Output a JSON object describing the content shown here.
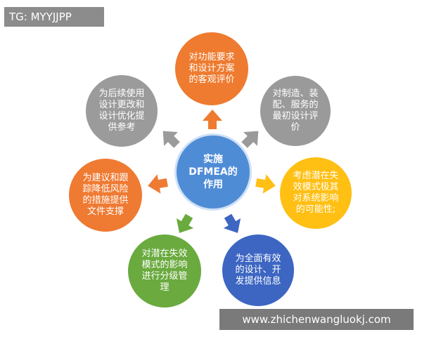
{
  "tag": "TG: MYYJJPP",
  "watermark": "www.zhichenwangluokj.com",
  "center": "实施\nDFMEA的\n作用",
  "nodes": {
    "top": "对功能要求\n和设计方案\n的客观评价",
    "top_right": "对制造、装\n配、服务的\n最初设计评\n价",
    "right": "考虑潜在失\n效模式极其\n对系统影响\n的可能性;",
    "bottom_right": "为全面有效\n的设计、开\n发提供信息",
    "bottom_left": "对潜在失效\n模式的影响\n进行分级管\n理",
    "left": "为建议和跟\n踪降低风险\n的措施提供\n文件支撑",
    "top_left": "为后续使用\n设计更改和\n设计优化提\n供参考"
  },
  "colors": {
    "orange": "#ee7b2f",
    "gray": "#9a9a9a",
    "yellow": "#ffbf13",
    "blue": "#3d66c2",
    "green": "#6aaa3e",
    "center_blue": "#4f8cd6"
  }
}
